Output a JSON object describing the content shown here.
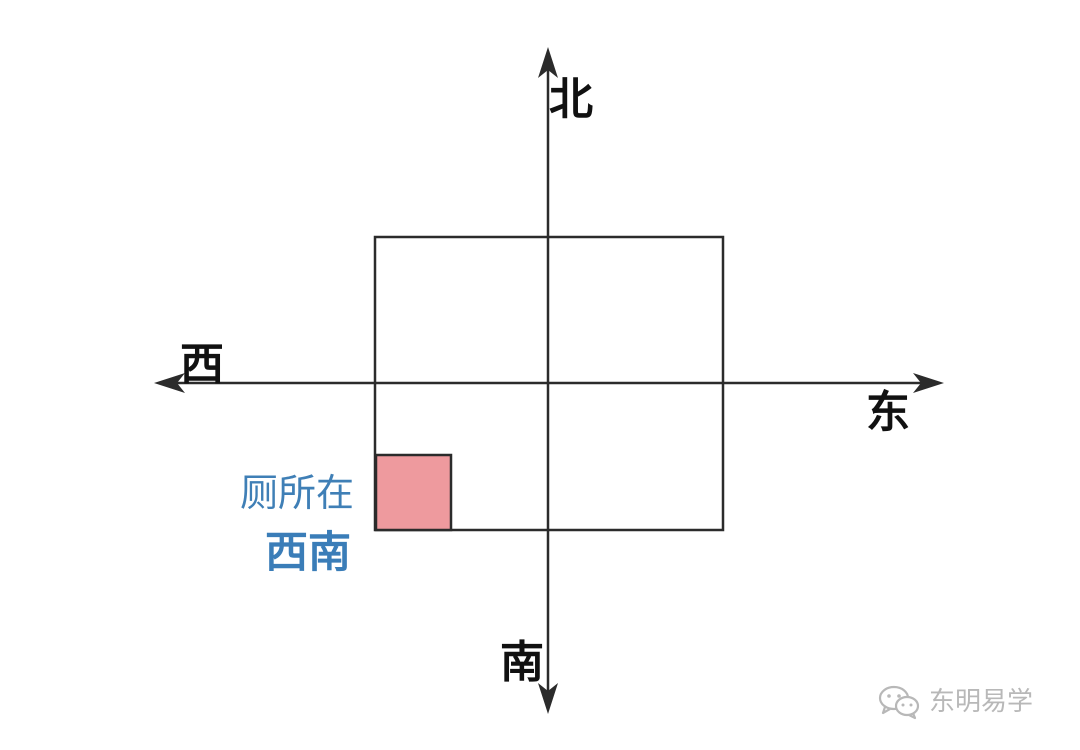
{
  "directions": {
    "north": "北",
    "south": "南",
    "east": "东",
    "west": "西"
  },
  "annotation": {
    "line1": "厕所在",
    "line2": "西南"
  },
  "watermark": {
    "text": "东明易学",
    "icon": "wechat-icon"
  },
  "colors": {
    "axis": "#2b2b2b",
    "house_outline": "#2b2b2b",
    "toilet_fill": "#ee9a9e",
    "annotation_text": "#3f7fb6",
    "watermark": "#b8b8b8"
  }
}
